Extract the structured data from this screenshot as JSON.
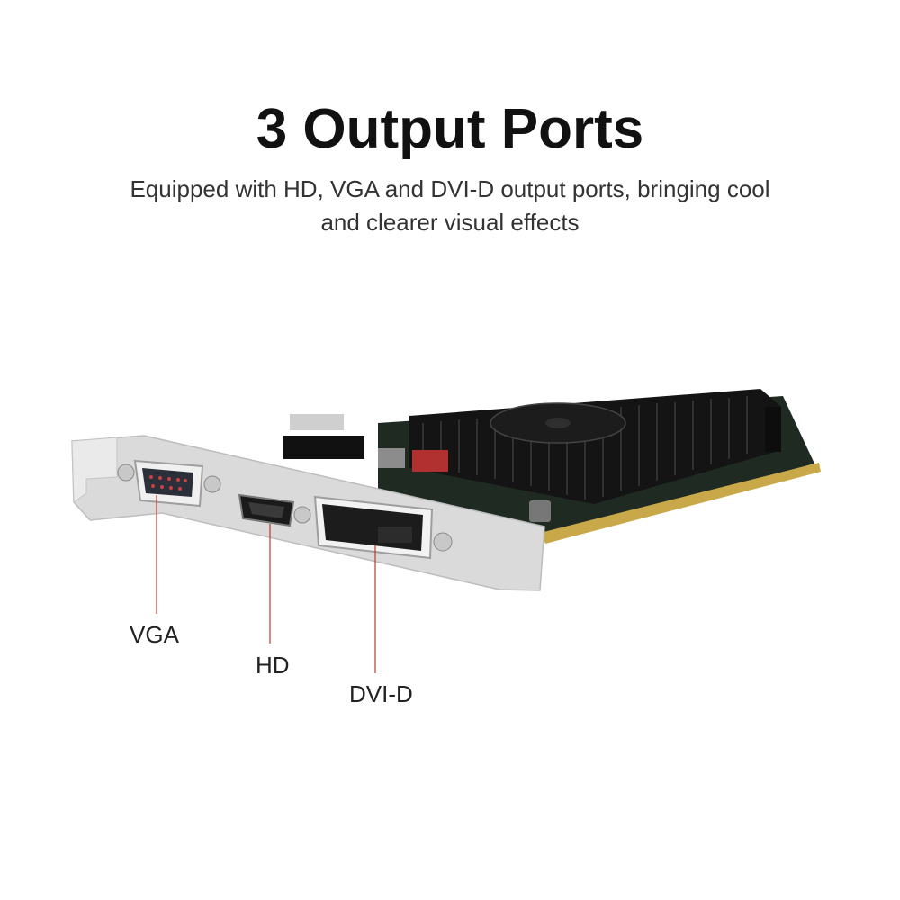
{
  "headline": "3 Output Ports",
  "subtitle": "Equipped with HD, VGA and DVI-D output ports, bringing cool and clearer visual effects",
  "ports": {
    "vga": "VGA",
    "hd": "HD",
    "dvi": "DVI-D"
  },
  "colors": {
    "callout_line": "#c0392b",
    "heatsink": "#141414",
    "bracket": "#d9d9d9",
    "gold_contacts": "#c9a84a"
  }
}
